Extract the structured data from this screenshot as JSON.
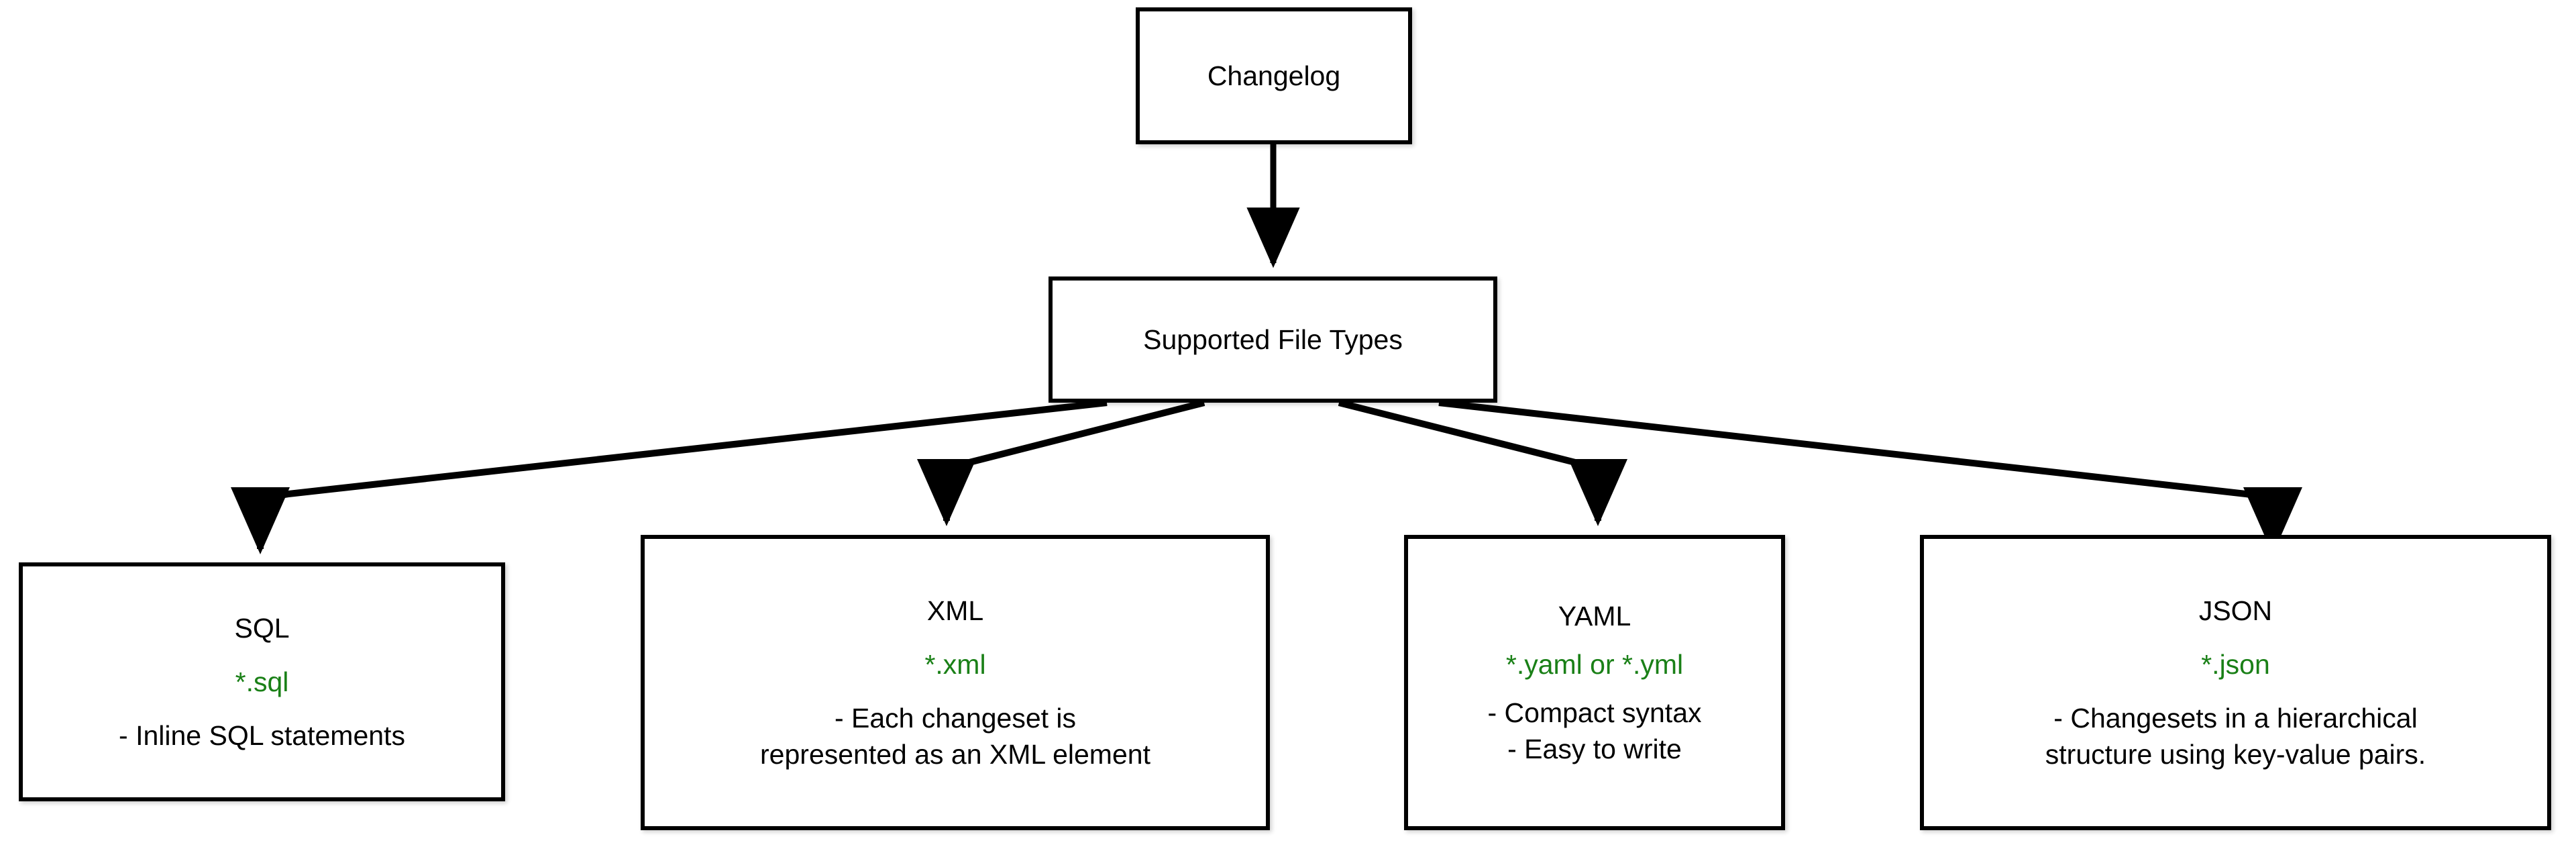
{
  "diagram": {
    "title": "Changelog Supported File Types",
    "colors": {
      "node_border": "#000000",
      "node_fill": "#ffffff",
      "edge": "#000000",
      "text": "#000000",
      "extension_green": "#1a8017",
      "background": "#ffffff"
    },
    "nodes": {
      "changelog": {
        "label": "Changelog"
      },
      "supported": {
        "label": "Supported File Types"
      },
      "sql": {
        "title": "SQL",
        "extensions": "*.sql",
        "desc_line_1": "- Inline SQL statements",
        "desc_line_2": ""
      },
      "xml": {
        "title": "XML",
        "extensions": "*.xml",
        "desc_line_1": "- Each changeset is",
        "desc_line_2": "represented as an XML element"
      },
      "yaml": {
        "title": "YAML",
        "extensions": "*.yaml or *.yml",
        "desc_line_1": "- Compact syntax",
        "desc_line_2": "- Easy to write"
      },
      "json": {
        "title": "JSON",
        "extensions": "*.json",
        "desc_line_1": "- Changesets in a hierarchical",
        "desc_line_2": "structure using key-value pairs."
      }
    },
    "edges": [
      {
        "from": "changelog",
        "to": "supported"
      },
      {
        "from": "supported",
        "to": "sql"
      },
      {
        "from": "supported",
        "to": "xml"
      },
      {
        "from": "supported",
        "to": "yaml"
      },
      {
        "from": "supported",
        "to": "json"
      }
    ]
  }
}
